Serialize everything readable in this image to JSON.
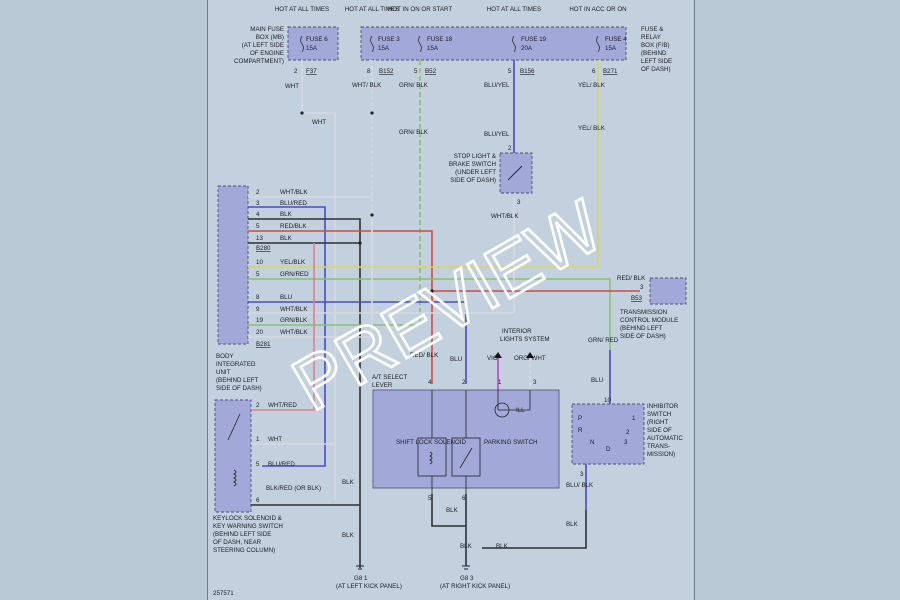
{
  "power": [
    {
      "hot": "HOT AT ALL TIMES",
      "fuse": "FUSE 6",
      "amp": "15A",
      "pin": "2",
      "conn": "F37"
    },
    {
      "hot": "HOT AT ALL TIMES",
      "fuse": "FUSE 3",
      "amp": "15A",
      "pin": "8",
      "conn": "B152"
    },
    {
      "hot": "HOT IN ON OR START",
      "fuse": "FUSE 18",
      "amp": "15A",
      "pin": "5",
      "conn": "B52"
    },
    {
      "hot": "HOT AT ALL TIMES",
      "fuse": "FUSE 19",
      "amp": "20A",
      "pin": "5",
      "conn": "B156"
    },
    {
      "hot": "HOT IN ACC OR ON",
      "fuse": "FUSE 4",
      "amp": "15A",
      "pin": "6",
      "conn": "B271"
    }
  ],
  "mib_label": "MAIN FUSE BOX (MB) (AT LEFT SIDE OF ENGINE COMPARTMENT)",
  "frb_label": "FUSE & RELAY BOX (F/B) (BEHIND LEFT SIDE OF DASH)",
  "wire_labels": {
    "wht": "WHT",
    "wht_blk": "WHT/ BLK",
    "grn_blk": "GRN/ BLK",
    "blu_yel": "BLU/YEL",
    "yel_blk": "YEL/ BLK",
    "wht2": "WHT",
    "grn_blk2": "GRN/ BLK",
    "blu_yel2": "BLU/YEL",
    "yel_blk2": "YEL/ BLK",
    "wht_blk_sw": "WHT/BLK"
  },
  "stop_switch": {
    "label": "STOP LIGHT & BRAKE SWITCH (UNDER LEFT SIDE OF DASH)",
    "pin_top": "2",
    "pin_bot": "3"
  },
  "biu": {
    "label": "BODY INTEGRATED UNIT (BEHIND LEFT SIDE OF DASH)",
    "conn1": "B280",
    "conn2": "B281",
    "pins": [
      {
        "pin": "2",
        "wire": "WHT/BLK"
      },
      {
        "pin": "3",
        "wire": "BLU/RED"
      },
      {
        "pin": "4",
        "wire": "BLK"
      },
      {
        "pin": "5",
        "wire": "RED/BLK"
      },
      {
        "pin": "13",
        "wire": "BLK"
      },
      {
        "pin": "10",
        "wire": "YEL/BLK"
      },
      {
        "pin": "5",
        "wire": "GRN/RED"
      },
      {
        "pin": "8",
        "wire": "BLU"
      },
      {
        "pin": "9",
        "wire": "WHT/BLK"
      },
      {
        "pin": "19",
        "wire": "GRN/BLK"
      },
      {
        "pin": "20",
        "wire": "WHT/BLK"
      }
    ]
  },
  "tcm": {
    "label": "TRANSMISSION CONTROL MODULE (BEHIND LEFT SIDE OF DASH)",
    "pin": "3",
    "conn": "B53",
    "wire": "RED/ BLK"
  },
  "interior": {
    "label": "INTERIOR LIGHTS SYSTEM",
    "wire1": "VIO",
    "wire2": "ORG/ WHT"
  },
  "at_lever": {
    "label": "A/T SELECT LEVER",
    "shift_lock": "SHIFT LOCK SOLENOID",
    "parking": "PARKING SWITCH",
    "ill": "ILL",
    "pins": [
      "4",
      "2",
      "1",
      "3"
    ],
    "pins_bottom": [
      "5",
      "6"
    ],
    "wire_red_blk": "RED/ BLK",
    "wire_blu": "BLU"
  },
  "inhibitor": {
    "label": "INHIBITOR SWITCH (RIGHT SIDE OF AUTOMATIC TRANS-MISSION)",
    "pin_top": "10",
    "pin_bot": "3",
    "positions": [
      "P",
      "R",
      "N",
      "D",
      "2",
      "1",
      "3"
    ],
    "wire_in": "GRN/ RED",
    "wire_blu": "BLU",
    "wire_out": "BLU/ BLK"
  },
  "keylock": {
    "label": "KEYLOCK SOLENOID & KEY WARNING SWITCH (BEHIND LEFT SIDE OF DASH, NEAR STEERING COLUMN)",
    "pins": [
      {
        "pin": "2",
        "wire": "WHT/RED"
      },
      {
        "pin": "1",
        "wire": "WHT"
      },
      {
        "pin": "5",
        "wire": "BLU/RED"
      },
      {
        "pin": "6",
        "wire": "BLK/RED (OR BLK)"
      }
    ]
  },
  "grounds": [
    {
      "name": "G8 1",
      "loc": "(AT LEFT KICK PANEL)"
    },
    {
      "name": "G8 3",
      "loc": "(AT RIGHT KICK PANEL)"
    }
  ],
  "blk": "BLK",
  "diagram_id": "257571",
  "watermark": "PREVIEW"
}
